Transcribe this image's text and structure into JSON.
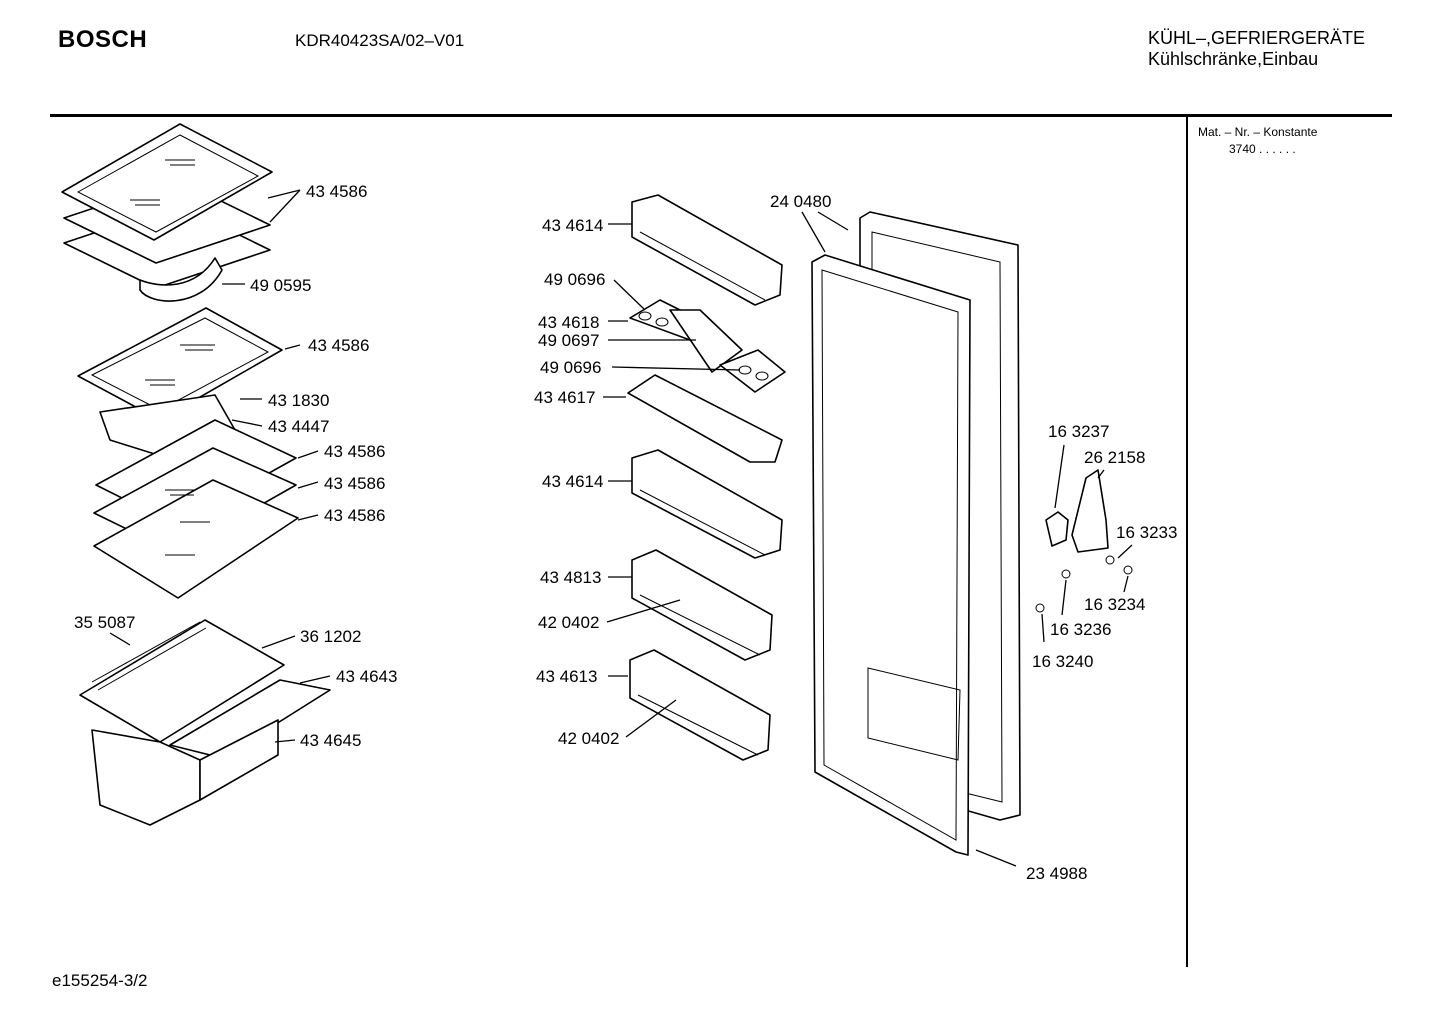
{
  "header": {
    "brand": "BOSCH",
    "model": "KDR40423SA/02–V01",
    "category_line1": "KÜHL–,GEFRIERGERÄTE",
    "category_line2": "Kühlschränke,Einbau"
  },
  "side_panel": {
    "mat_label": "Mat. – Nr. – Konstante",
    "mat_value": "3740  .  .  .  .  .  ."
  },
  "footer": {
    "drawing_id": "e155254-3/2"
  },
  "parts": {
    "p1": "43 4586",
    "p2": "49 0595",
    "p3": "43 4586",
    "p4": "43 1830",
    "p5": "43 4447",
    "p6": "43 4586",
    "p7": "43 4586",
    "p8": "43 4586",
    "p9": "35 5087",
    "p10": "36 1202",
    "p11": "43 4643",
    "p12": "43 4645",
    "p13": "43 4614",
    "p14": "49 0696",
    "p15": "43 4618",
    "p16": "49 0697",
    "p17": "49 0696",
    "p18": "43 4617",
    "p19": "43 4614",
    "p20": "43 4813",
    "p21": "42 0402",
    "p22": "43 4613",
    "p23": "42 0402",
    "p24": "24 0480",
    "p25": "23 4988",
    "p26": "16 3237",
    "p27": "26 2158",
    "p28": "16 3233",
    "p29": "16 3234",
    "p30": "16 3236",
    "p31": "16 3240"
  }
}
